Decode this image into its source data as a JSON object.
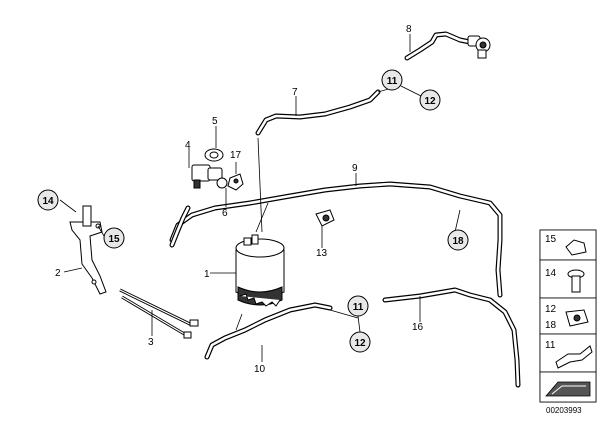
{
  "labels": {
    "p1": "1",
    "p2": "2",
    "p3": "3",
    "p4": "4",
    "p5": "5",
    "p6": "6",
    "p7": "7",
    "p8": "8",
    "p9": "9",
    "p10": "10",
    "p13": "13",
    "p16": "16",
    "p17": "17"
  },
  "callouts": {
    "c11_top": "11",
    "c12_top": "12",
    "c14_left": "14",
    "c15_left": "15",
    "c18_right": "18",
    "c11_mid": "11",
    "c12_mid": "12"
  },
  "legend": {
    "items": [
      {
        "top": "15",
        "bottom": ""
      },
      {
        "top": "14",
        "bottom": ""
      },
      {
        "top": "12",
        "bottom": "18"
      },
      {
        "top": "11",
        "bottom": ""
      }
    ]
  },
  "diagram_id": "00203993"
}
